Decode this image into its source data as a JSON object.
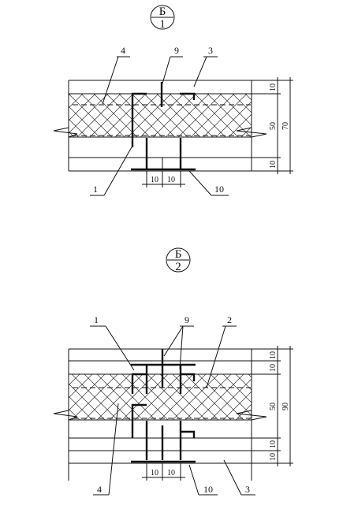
{
  "section1": {
    "mark_top": "Б",
    "mark_bottom": "1",
    "callouts": {
      "c4": "4",
      "c9": "9",
      "c3": "3",
      "c1": "1",
      "c10": "10"
    },
    "dims_right": {
      "top": "10",
      "middle": "50",
      "bottom": "10",
      "total": "70"
    },
    "dims_bottom": {
      "left": "10",
      "right": "10"
    }
  },
  "section2": {
    "mark_top": "Б",
    "mark_bottom": "2",
    "callouts": {
      "c1": "1",
      "c9": "9",
      "c2": "2",
      "c4": "4",
      "c10": "10",
      "c3": "3"
    },
    "dims_right": {
      "t1": "10",
      "t2": "10",
      "middle": "50",
      "b1": "10",
      "b2": "10",
      "total": "90"
    },
    "dims_bottom": {
      "left": "10",
      "right": "10"
    }
  }
}
